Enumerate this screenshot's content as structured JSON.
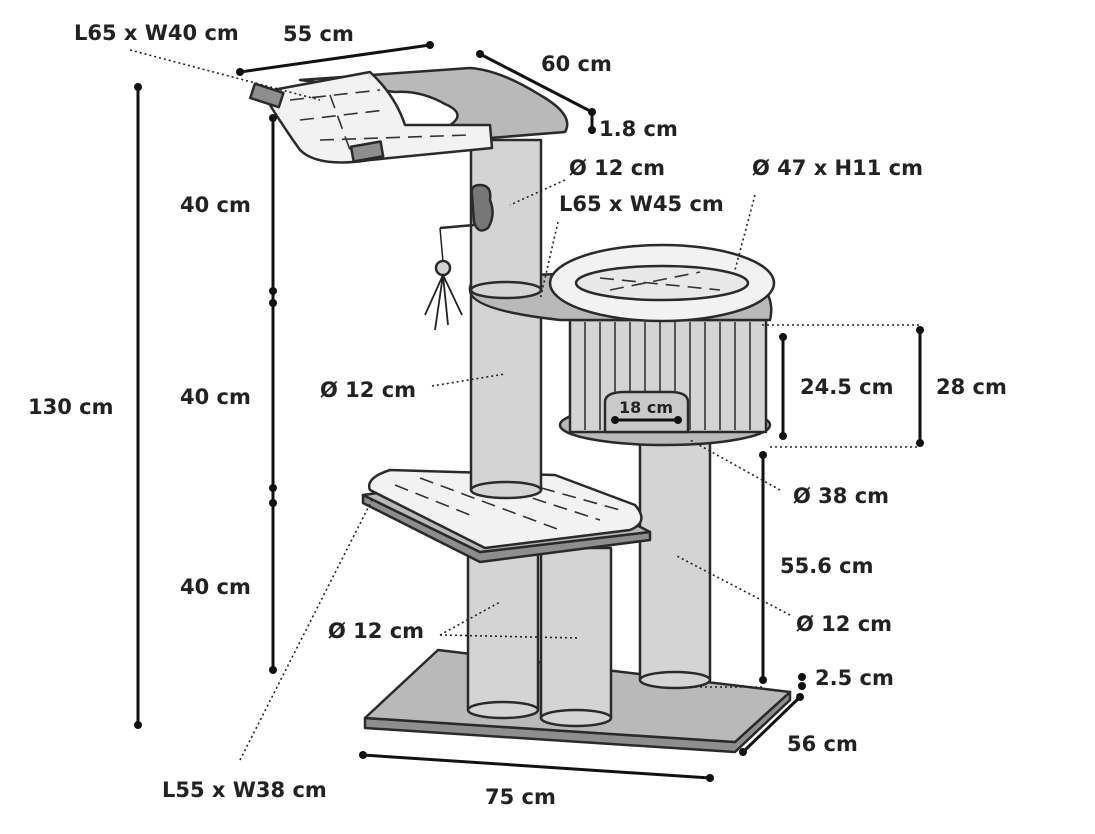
{
  "labels": {
    "hammock_size": "L65 x W40 cm",
    "top_width": "55 cm",
    "top_depth": "60 cm",
    "board_thickness": "1.8 cm",
    "post_diameter_upper": "Ø 12 cm",
    "bed_size": "Ø 47 x H11 cm",
    "middle_platform": "L65 x W45 cm",
    "total_height": "130 cm",
    "segment_top": "40 cm",
    "segment_middle": "40 cm",
    "segment_bottom": "40 cm",
    "post_diameter_middle": "Ø 12 cm",
    "cave_height_inner": "24.5 cm",
    "cave_height_outer": "28 cm",
    "cave_entrance": "18 cm",
    "cave_diameter": "Ø 38 cm",
    "right_post_height": "55.6 cm",
    "post_diameter_lower": "Ø 12 cm",
    "post_diameter_right": "Ø 12 cm",
    "base_thickness": "2.5 cm",
    "base_depth": "56 cm",
    "lower_platform": "L55 x W38 cm",
    "base_width": "75 cm"
  }
}
